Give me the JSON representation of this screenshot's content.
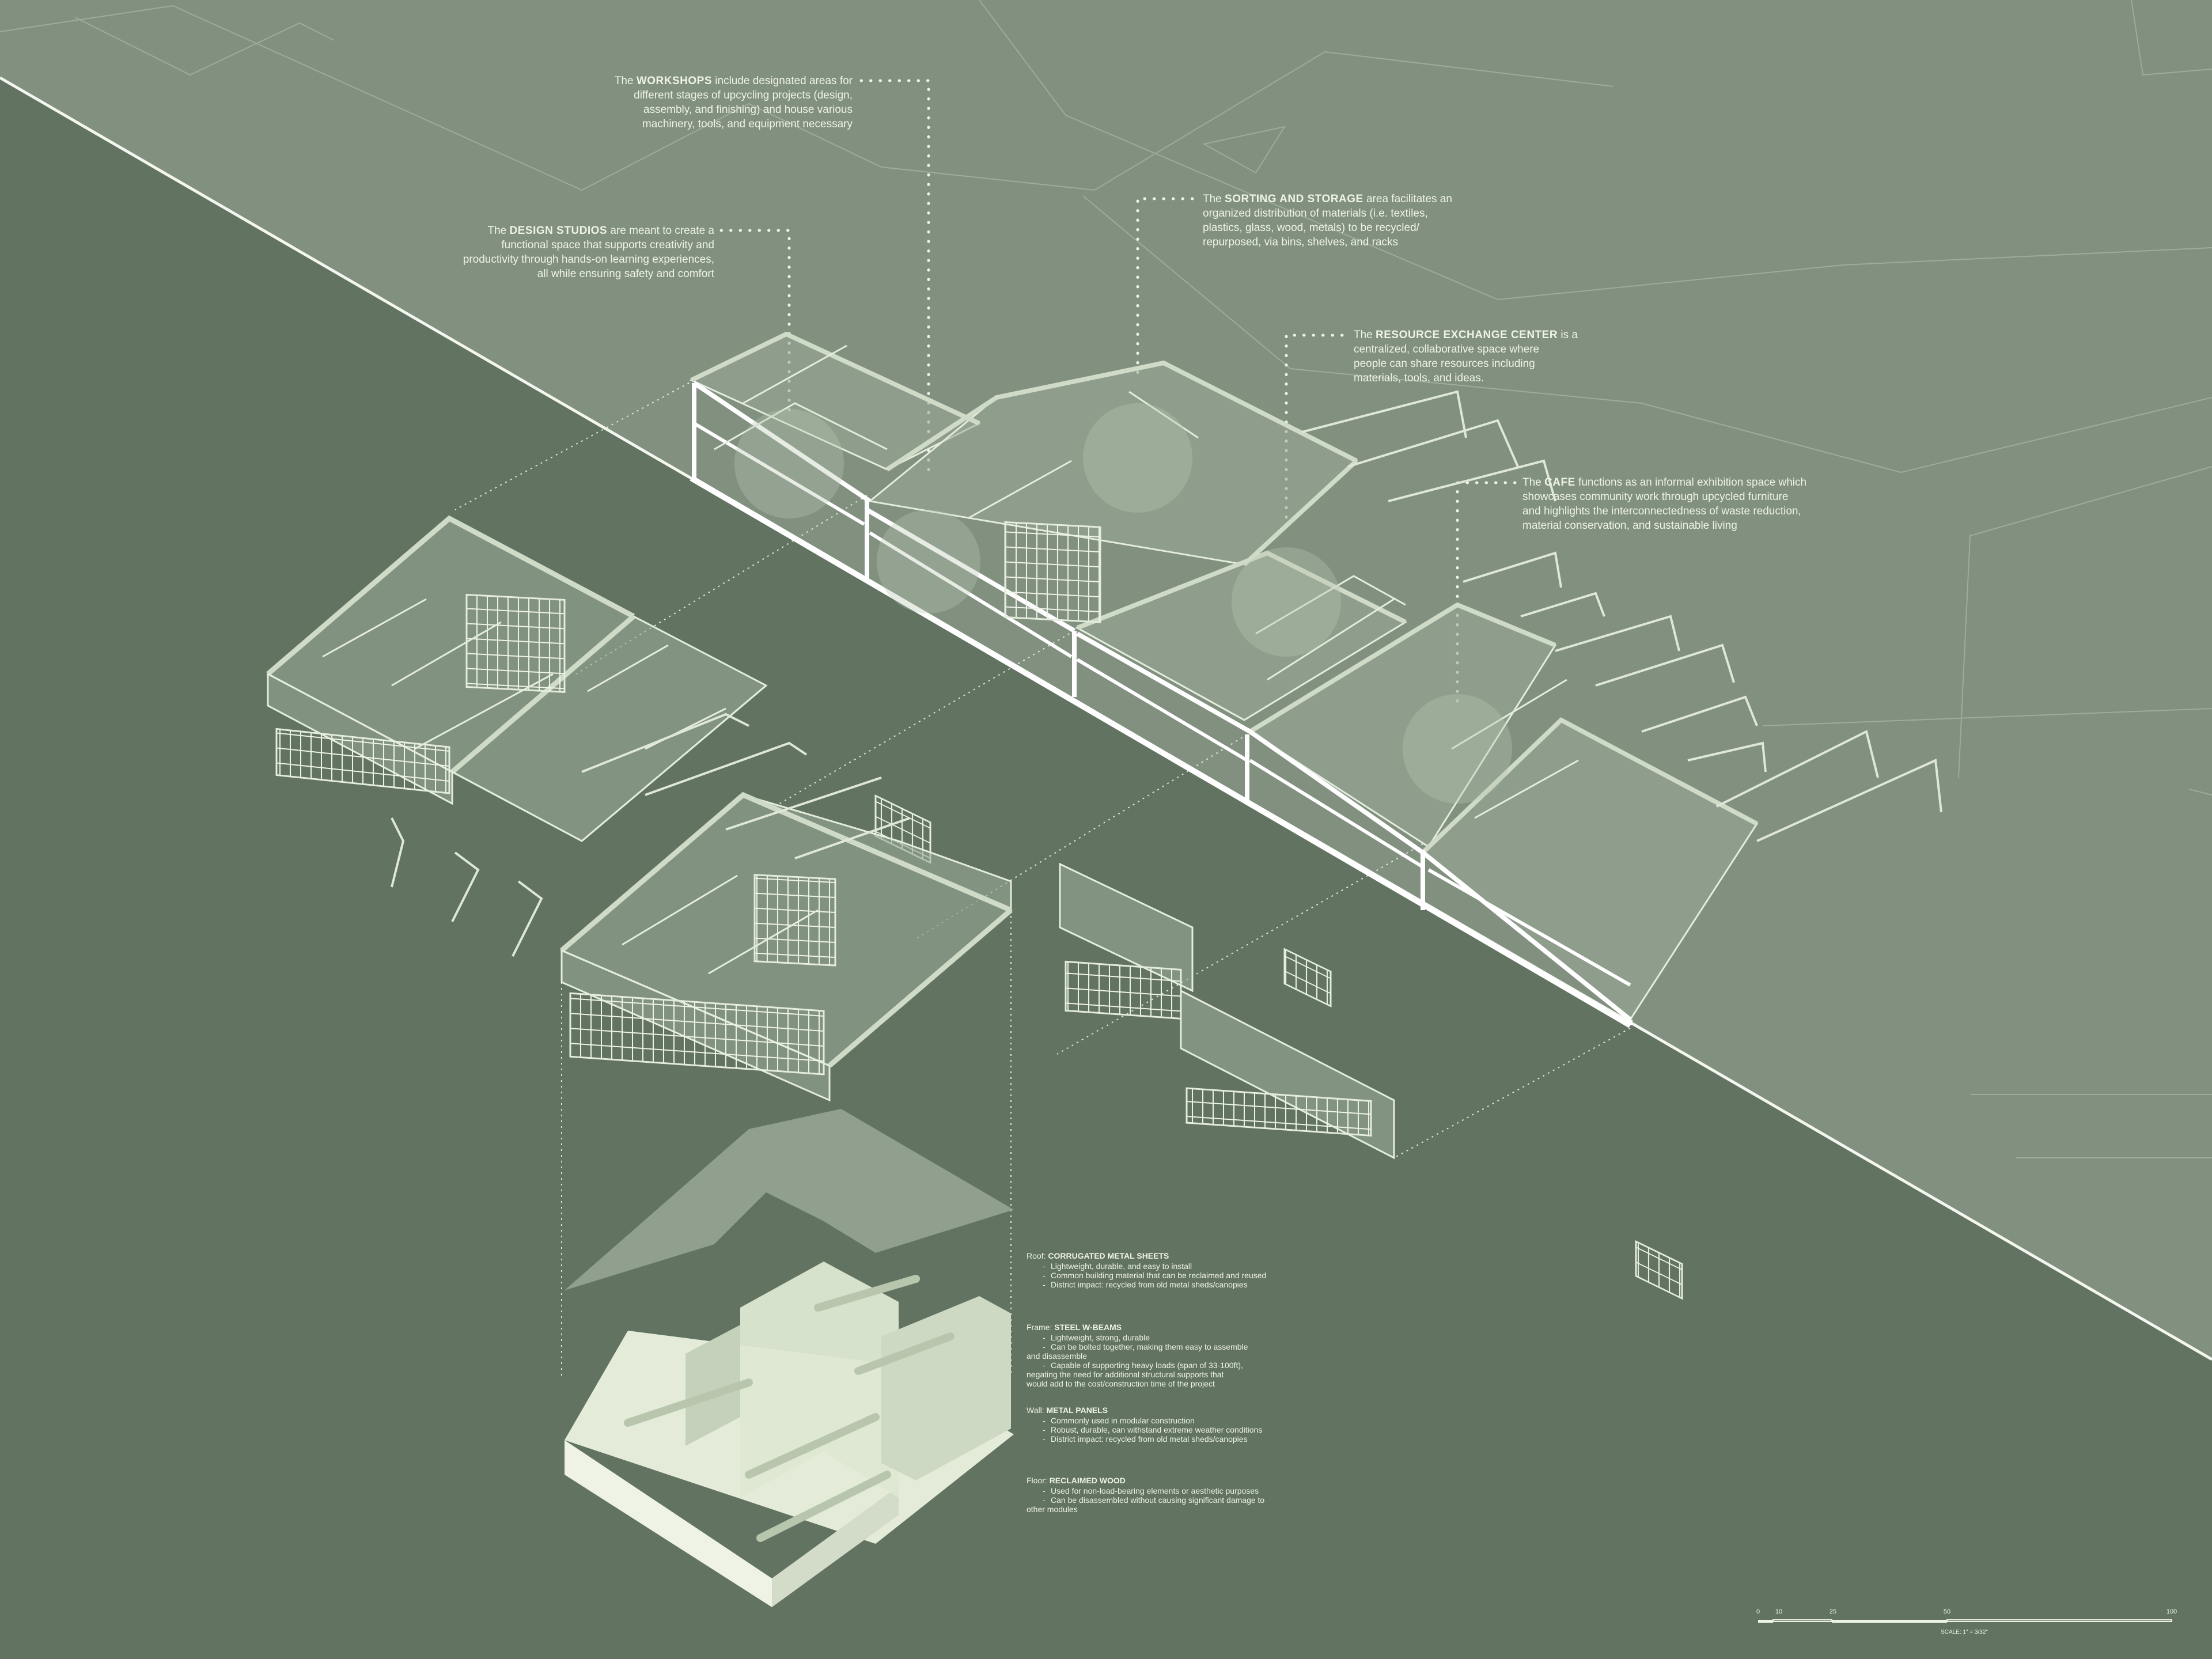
{
  "colors": {
    "background_dark": "#627362",
    "background_light": "#829080",
    "line": "#eef3e8",
    "massing": "#dde8d5"
  },
  "annotations": {
    "workshops": {
      "prefix": "The ",
      "keyword": "WORKSHOPS",
      "lines": [
        "include designated areas for",
        "different stages of upcycling projects (design,",
        "assembly, and finishing) and house various",
        "machinery, tools, and equipment necessary"
      ]
    },
    "design_studios": {
      "prefix": "The ",
      "keyword": "DESIGN STUDIOS",
      "lines": [
        "are meant to create a",
        "functional space that supports creativity and",
        "productivity through hands-on learning experiences,",
        "all while ensuring safety and comfort"
      ]
    },
    "sorting_storage": {
      "prefix": "The ",
      "keyword": "SORTING AND STORAGE",
      "lines": [
        "area facilitates an",
        "organized distribution of materials (i.e. textiles,",
        "plastics, glass, wood, metals) to be recycled/",
        "repurposed, via bins, shelves, and racks"
      ]
    },
    "resource_exchange": {
      "prefix": "The ",
      "keyword": "RESOURCE EXCHANGE CENTER",
      "lines": [
        "is a",
        "centralized, collaborative space where",
        "people can share resources including",
        "materials, tools, and ideas."
      ]
    },
    "cafe": {
      "prefix": "The ",
      "keyword": "CAFE",
      "lines": [
        "functions as an informal exhibition space which",
        "showcases community work through upcycled furniture",
        "and highlights the interconnectedness of waste reduction,",
        "material conservation, and sustainable living"
      ]
    }
  },
  "materials": {
    "roof": {
      "label": "Roof:",
      "name": "CORRUGATED METAL SHEETS",
      "points": [
        "Lightweight, durable, and easy to install",
        "Common building material that can be reclaimed and reused",
        "District impact: recycled from old metal sheds/canopies"
      ]
    },
    "frame": {
      "label": "Frame:",
      "name": "STEEL W-BEAMS",
      "points": [
        "Lightweight, strong, durable",
        "Can be bolted together, making them easy to assemble",
        "and disassemble",
        "Capable of supporting heavy loads (span of 33-100ft),",
        "negating the need for additional structural supports that",
        "would add to the cost/construction time of the project"
      ]
    },
    "wall": {
      "label": "Wall:",
      "name": "METAL PANELS",
      "points": [
        "Commonly used in modular construction",
        "Robust, durable, can withstand extreme weather conditions",
        "District impact: recycled from old metal sheds/canopies"
      ]
    },
    "floor": {
      "label": "Floor:",
      "name": "RECLAIMED WOOD",
      "points": [
        "Used for non-load-bearing elements or aesthetic purposes",
        "Can be disassembled without causing significant damage to",
        "other modules"
      ]
    }
  },
  "scale_bar": {
    "ticks": [
      "0",
      "10",
      "25",
      "50",
      "100"
    ],
    "caption": "SCALE: 1\" = 3/32\""
  }
}
